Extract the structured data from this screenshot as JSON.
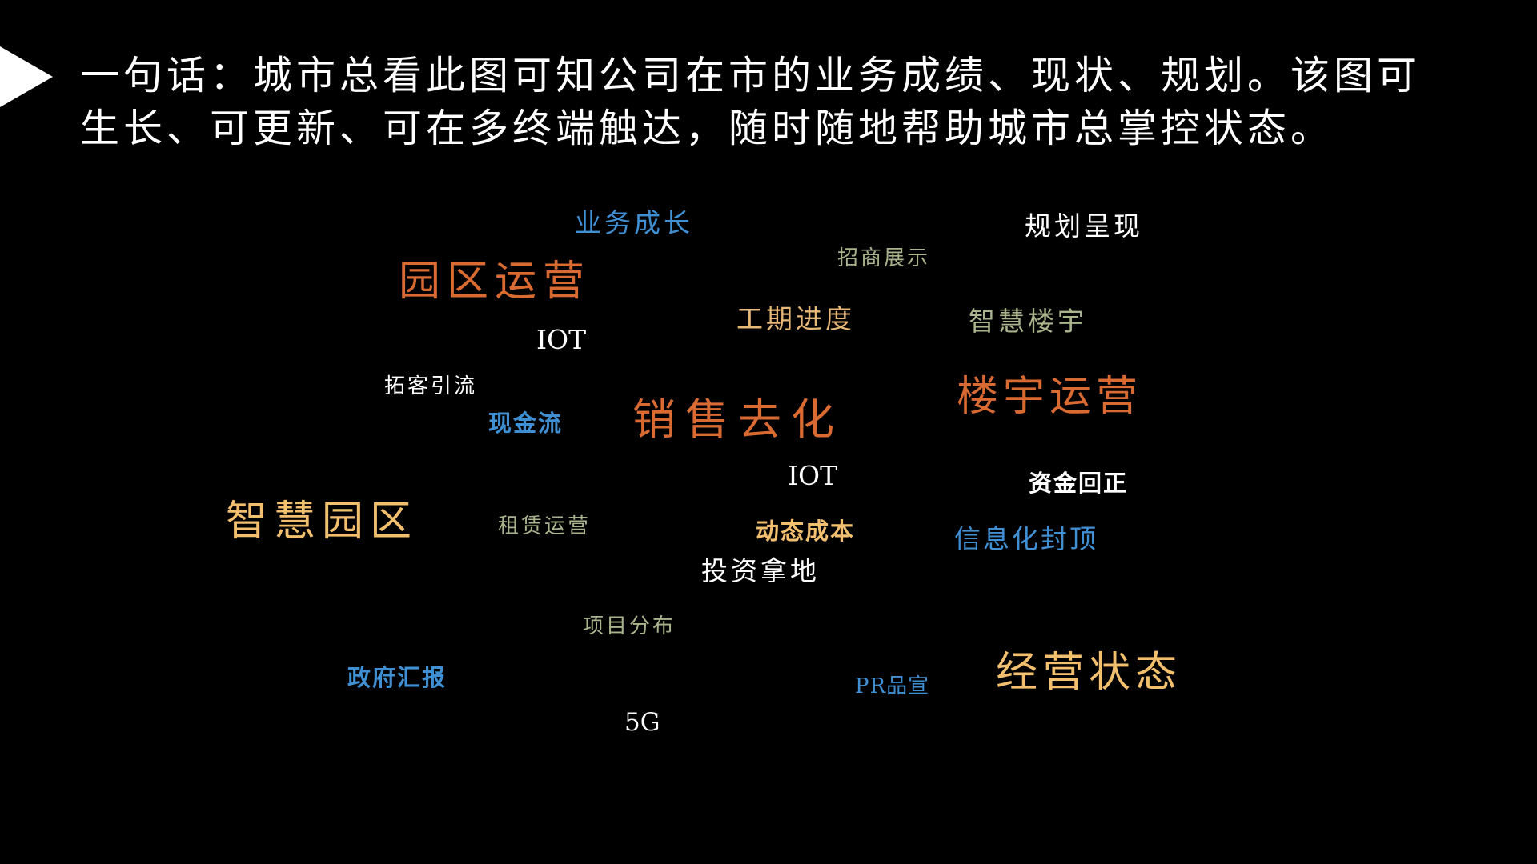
{
  "headline": {
    "line1": "一句话：城市总看此图可知公司在市的业务成绩、现状、规划。该图可",
    "line2": "生长、可更新、可在多终端触达，随时随地帮助城市总掌控状态。"
  },
  "colors": {
    "background": "#000000",
    "white": "#ffffff",
    "blue": "#3f8fd2",
    "orange": "#d86a32",
    "gold": "#f2bf6e",
    "sage": "#a9b48c"
  },
  "word_cloud": [
    {
      "id": "yewu",
      "text": "业务成长",
      "color": "#3f8fd2"
    },
    {
      "id": "guihua",
      "text": "规划呈现",
      "color": "#ffffff"
    },
    {
      "id": "zhaoshang",
      "text": "招商展示",
      "color": "#a9b48c"
    },
    {
      "id": "yuanqu_op",
      "text": "园区运营",
      "color": "#d86a32"
    },
    {
      "id": "gongqi",
      "text": "工期进度",
      "color": "#e8b876"
    },
    {
      "id": "zhihui_lou",
      "text": "智慧楼宇",
      "color": "#a9b48c"
    },
    {
      "id": "iot1",
      "text": "IOT",
      "color": "#ffffff"
    },
    {
      "id": "tuoke",
      "text": "拓客引流",
      "color": "#ffffff"
    },
    {
      "id": "louyu_op",
      "text": "楼宇运营",
      "color": "#d86a32"
    },
    {
      "id": "xiaoshou",
      "text": "销售去化",
      "color": "#d86a32"
    },
    {
      "id": "xianjin",
      "text": "现金流",
      "color": "#3f8fd2"
    },
    {
      "id": "iot2",
      "text": "IOT",
      "color": "#ffffff"
    },
    {
      "id": "zijin",
      "text": "资金回正",
      "color": "#ffffff"
    },
    {
      "id": "zhihui_yq",
      "text": "智慧园区",
      "color": "#f2bf6e"
    },
    {
      "id": "zulin",
      "text": "租赁运营",
      "color": "#a9b48c"
    },
    {
      "id": "dongtai",
      "text": "动态成本",
      "color": "#f2bf6e"
    },
    {
      "id": "xinxi",
      "text": "信息化封顶",
      "color": "#3f8fd2"
    },
    {
      "id": "touzi",
      "text": "投资拿地",
      "color": "#ffffff"
    },
    {
      "id": "xiangmu",
      "text": "项目分布",
      "color": "#a9b48c"
    },
    {
      "id": "zhengfu",
      "text": "政府汇报",
      "color": "#3f8fd2"
    },
    {
      "id": "pr",
      "text": "PR品宣",
      "color": "#3f8fd2"
    },
    {
      "id": "jingying",
      "text": "经营状态",
      "color": "#f2bf6e"
    },
    {
      "id": "fiveg",
      "text": "5G",
      "color": "#ffffff"
    }
  ]
}
